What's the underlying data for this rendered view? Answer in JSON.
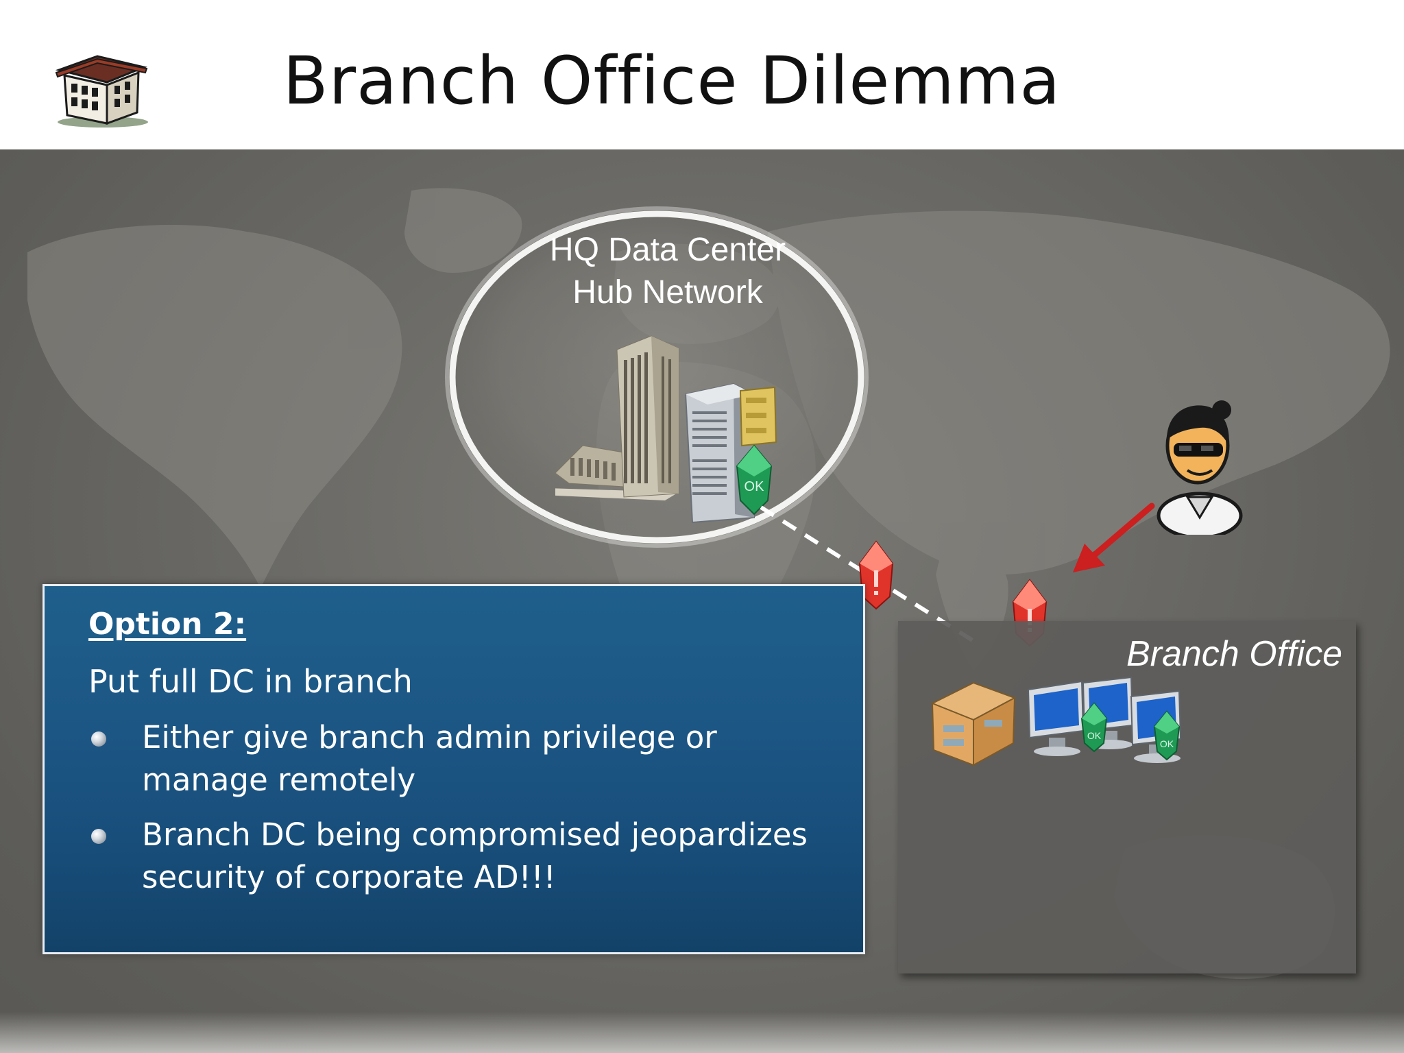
{
  "slide": {
    "title": "Branch Office Dilemma"
  },
  "hq": {
    "line1": "HQ Data Center",
    "line2": "Hub Network",
    "badge": "OK"
  },
  "option": {
    "heading": "Option 2:",
    "subheading": "Put full DC in branch",
    "bullets": [
      "Either give branch admin privilege or manage remotely",
      "Branch DC being compromised jeopardizes security of corporate AD!!!"
    ]
  },
  "branch": {
    "label": "Branch Office",
    "badges": [
      "OK",
      "OK"
    ]
  },
  "colors": {
    "panel_blue": "#1c5684",
    "stage_gray": "#6a6965",
    "alert_red": "#e0342b",
    "ok_green": "#1f9a55",
    "arrow_red": "#cc1f1f"
  }
}
